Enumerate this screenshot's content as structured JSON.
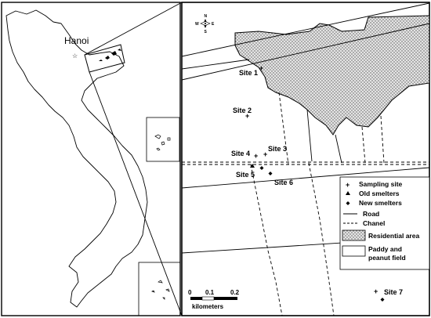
{
  "overview_map": {
    "city_label": "Hanoi"
  },
  "compass": {
    "north": "N",
    "south": "S",
    "east": "E",
    "west": "W"
  },
  "sites": [
    {
      "label": "Site 1"
    },
    {
      "label": "Site 2"
    },
    {
      "label": "Site 3"
    },
    {
      "label": "Site 4"
    },
    {
      "label": "Site 5"
    },
    {
      "label": "Site 6"
    },
    {
      "label": "Site 7"
    }
  ],
  "legend": {
    "items": [
      {
        "label": "Sampling site",
        "symbol": "cross"
      },
      {
        "label": "Old smelters",
        "symbol": "triangle"
      },
      {
        "label": "New smelters",
        "symbol": "diamond"
      },
      {
        "label": "Road",
        "symbol": "solid-line"
      },
      {
        "label": "Chanel",
        "symbol": "dashed-line"
      },
      {
        "label": "Residential area",
        "symbol": "dotted-fill"
      },
      {
        "label": "Paddy and",
        "symbol": "empty-box"
      },
      {
        "label": "peanut field",
        "symbol": "none"
      }
    ]
  },
  "scale_bar": {
    "ticks": [
      "0",
      "0.1",
      "0.2"
    ],
    "unit": "kilometers"
  },
  "colors": {
    "line": "#000000",
    "background": "#ffffff",
    "residential_fill": "#dcdcdc"
  }
}
